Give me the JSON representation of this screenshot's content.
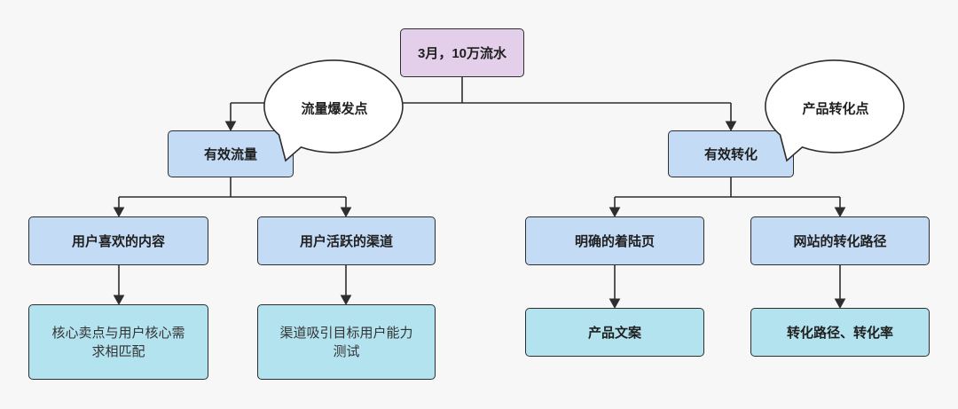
{
  "diagram": {
    "root": {
      "label": "3月，10万流水"
    },
    "callouts": [
      {
        "label": "流量爆发点"
      },
      {
        "label": "产品转化点"
      }
    ],
    "branches": [
      {
        "label": "有效流量",
        "children": [
          {
            "label": "用户喜欢的内容",
            "detail": "核心卖点与用户核心需求相匹配"
          },
          {
            "label": "用户活跃的渠道",
            "detail": "渠道吸引目标用户能力测试"
          }
        ]
      },
      {
        "label": "有效转化",
        "children": [
          {
            "label": "明确的着陆页",
            "detail": "产品文案"
          },
          {
            "label": "网站的转化路径",
            "detail": "转化路径、转化率"
          }
        ]
      }
    ]
  },
  "colors": {
    "background": "#f7f7f7",
    "root_fill": "#e4cfea",
    "node_fill": "#c4dbf5",
    "detail_fill": "#b3e3ef",
    "border": "#2e2e2e",
    "callout_fill": "#ffffff"
  }
}
